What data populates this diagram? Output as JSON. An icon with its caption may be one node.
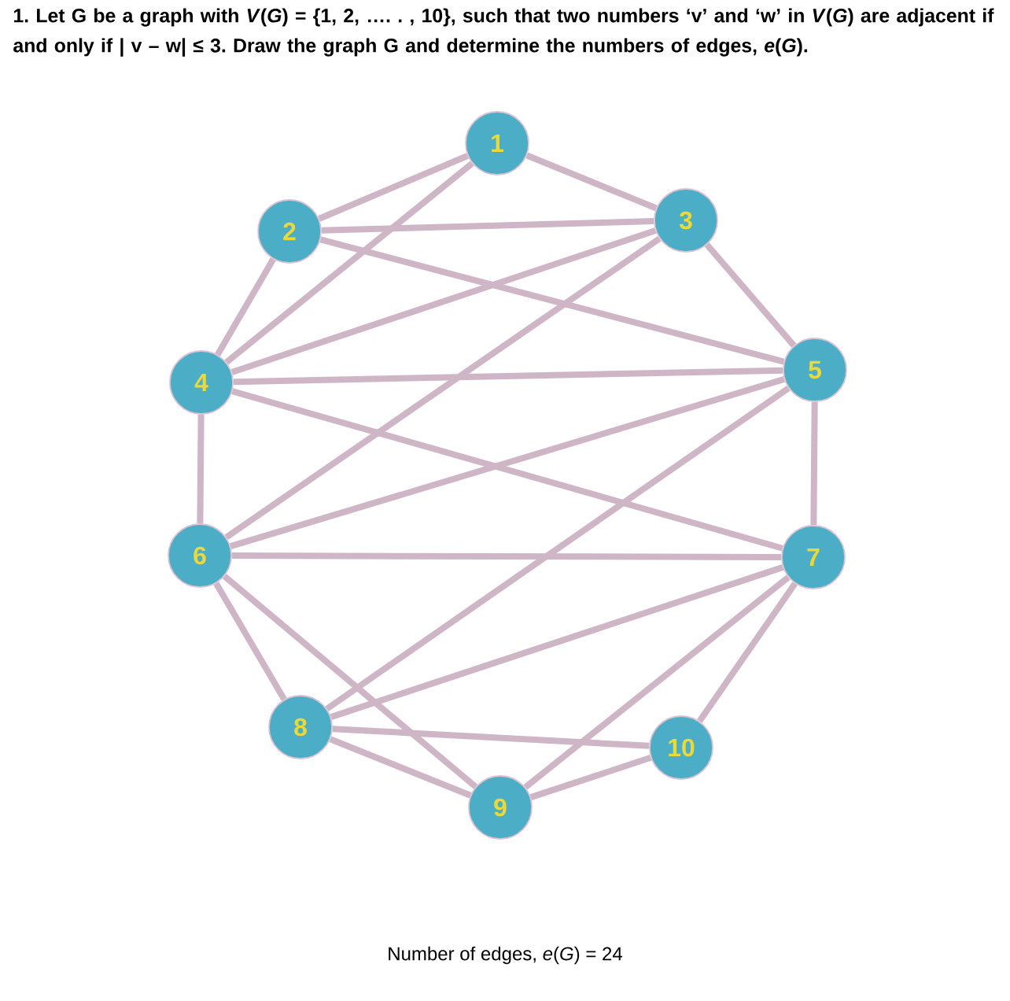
{
  "diagram": {
    "title": "1. Let G be a graph with *V*(*G*) = {1, 2, …. . , 10}, such that two numbers ‘v’ and ‘w’ in *V*(*G*) are adjacent if and only if | v – w| ≤ 3. Draw the graph G and determine the numbers of edges, *e*(*G*).",
    "nodes": [
      {
        "text": [
          "1"
        ]
      },
      {
        "text": [
          "2"
        ]
      },
      {
        "text": [
          "3"
        ]
      },
      {
        "text": [
          "4"
        ]
      },
      {
        "text": [
          "5"
        ]
      },
      {
        "text": [
          "6"
        ]
      },
      {
        "text": [
          "7"
        ]
      },
      {
        "text": [
          "8"
        ]
      },
      {
        "text": [
          "9"
        ]
      },
      {
        "text": [
          "10"
        ]
      }
    ],
    "edges": [
      {
        "from": 0,
        "to": 1,
        "arrow": "none"
      },
      {
        "from": 0,
        "to": 2,
        "arrow": "none"
      },
      {
        "from": 0,
        "to": 3,
        "arrow": "none"
      },
      {
        "from": 1,
        "to": 2,
        "arrow": "none"
      },
      {
        "from": 1,
        "to": 3,
        "arrow": "none"
      },
      {
        "from": 1,
        "to": 4,
        "arrow": "none"
      },
      {
        "from": 2,
        "to": 3,
        "arrow": "none"
      },
      {
        "from": 2,
        "to": 4,
        "arrow": "none"
      },
      {
        "from": 2,
        "to": 5,
        "arrow": "none"
      },
      {
        "from": 3,
        "to": 4,
        "arrow": "none"
      },
      {
        "from": 3,
        "to": 5,
        "arrow": "none"
      },
      {
        "from": 3,
        "to": 6,
        "arrow": "none"
      },
      {
        "from": 4,
        "to": 5,
        "arrow": "none"
      },
      {
        "from": 4,
        "to": 6,
        "arrow": "none"
      },
      {
        "from": 4,
        "to": 7,
        "arrow": "none"
      },
      {
        "from": 5,
        "to": 6,
        "arrow": "none"
      },
      {
        "from": 5,
        "to": 7,
        "arrow": "none"
      },
      {
        "from": 5,
        "to": 8,
        "arrow": "none"
      },
      {
        "from": 6,
        "to": 7,
        "arrow": "none"
      },
      {
        "from": 6,
        "to": 8,
        "arrow": "none"
      },
      {
        "from": 6,
        "to": 9,
        "arrow": "none"
      },
      {
        "from": 7,
        "to": 8,
        "arrow": "none"
      },
      {
        "from": 7,
        "to": 9,
        "arrow": "none"
      },
      {
        "from": 8,
        "to": 9,
        "arrow": "none"
      }
    ],
    "caption": "Number of edges, *e*(*G*) = 24"
  }
}
